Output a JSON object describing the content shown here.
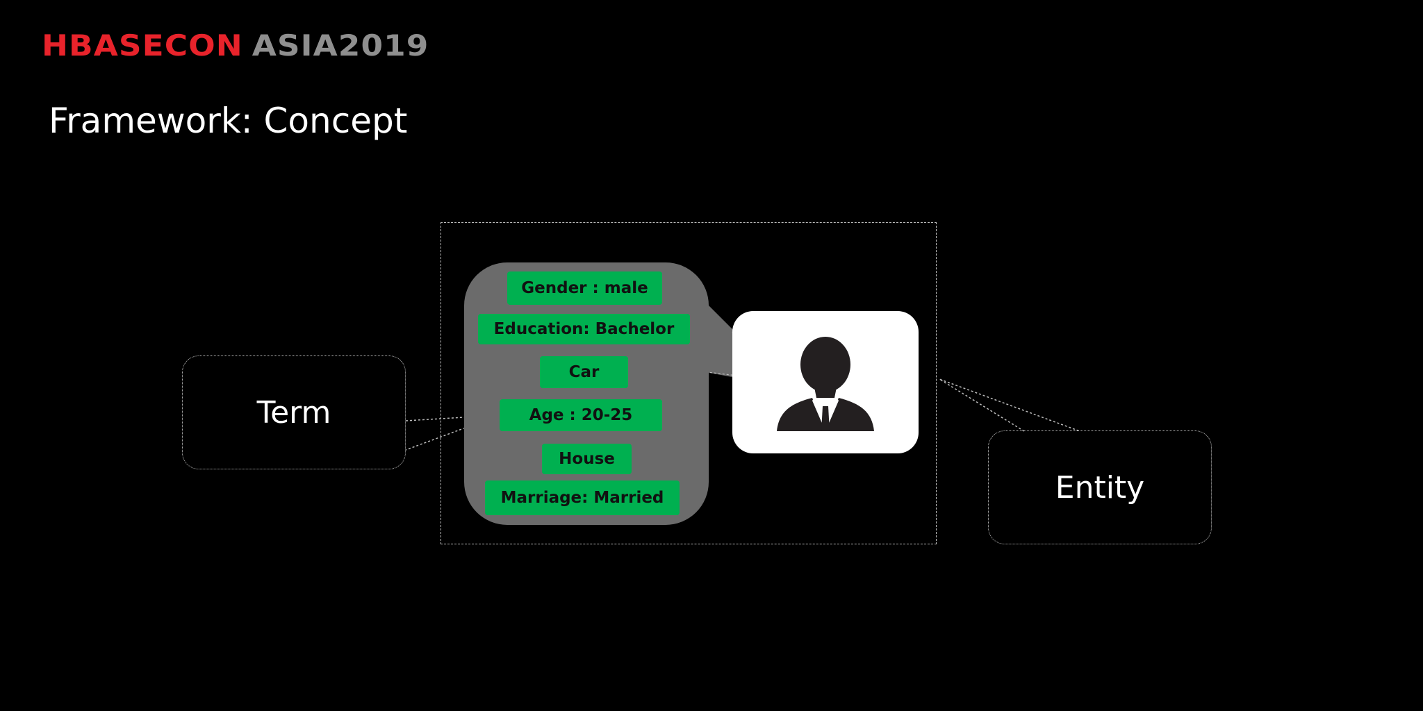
{
  "logo": {
    "part1": "HBASECON",
    "part2": "ASIA2019"
  },
  "title": "Framework: Concept",
  "tags": [
    {
      "label": "Gender : male"
    },
    {
      "label": "Education: Bachelor"
    },
    {
      "label": "Car"
    },
    {
      "label": "Age : 20-25"
    },
    {
      "label": "House"
    },
    {
      "label": "Marriage: Married"
    }
  ],
  "callouts": {
    "term": "Term",
    "entity": "Entity"
  },
  "icons": {
    "avatar": "person-silhouette-icon"
  },
  "colors": {
    "logo_red": "#e8232b",
    "logo_gray": "#8f8f8f",
    "tag_green": "#00b050",
    "panel_gray": "#6b6b6b"
  }
}
